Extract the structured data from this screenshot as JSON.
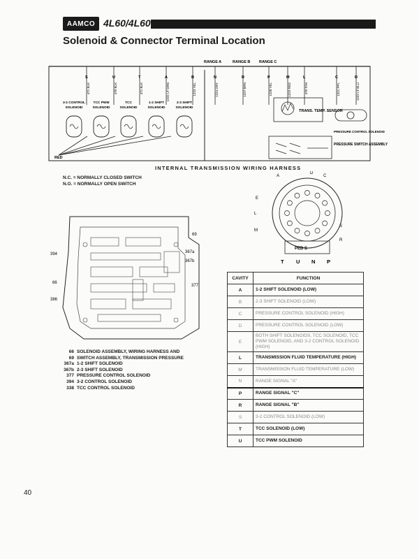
{
  "header": {
    "logo_text": "AAMCO",
    "model": "4L60/4L60-E",
    "title": "Solenoid & Connector Terminal Location"
  },
  "wiring": {
    "harness_title": "INTERNAL  TRANSMISSION  WIRING  HARNESS",
    "range_labels": [
      "RANGE A",
      "RANGE B",
      "RANGE C"
    ],
    "terminals": [
      "S",
      "U",
      "T",
      "A",
      "B",
      "N",
      "R",
      "P",
      "M",
      "L",
      "C",
      "D"
    ],
    "wires": [
      "471 BLK",
      "470 BLK",
      "471 BLK",
      "1222 LT GRN",
      "1223 YEL",
      "1224 GRY",
      "1227 BRN",
      "1228 YEL",
      "1223 RED",
      "470 TAN",
      "1221 PPL",
      "1222 LT BLU"
    ],
    "solenoids": [
      {
        "name": "3-2 CONTROL SOLENOID"
      },
      {
        "name": "TCC PWM SOLENOID"
      },
      {
        "name": "TCC SOLENOID"
      },
      {
        "name": "1-2 SHIFT SOLENOID"
      },
      {
        "name": "2-3 SHIFT SOLENOID"
      }
    ],
    "sensor_label": "TRANS. TEMP. SENSOR",
    "pressure_control_label": "PRESSURE CONTROL SOLENOID",
    "pressure_switch_label": "PRESSURE SWITCH ASSEMBLY",
    "left_wire_label": "RED"
  },
  "legend": {
    "nc": "N.C. = NORMALLY CLOSED SWITCH",
    "no": "N.O. = NORMALLY OPEN SWITCH"
  },
  "connector": {
    "pin_labels": [
      "A",
      "D",
      "C",
      "E",
      "L",
      "M",
      "S",
      "R"
    ],
    "bottom_label": "PED S",
    "bottom_pins": [
      "T",
      "U",
      "N",
      "P"
    ]
  },
  "valve_body": {
    "callouts": [
      "69",
      "394",
      "367a",
      "367b",
      "66",
      "377",
      "386"
    ]
  },
  "parts": [
    {
      "num": "66",
      "desc": "SOLENOID ASSEMBLY, WIRING HARNESS AND"
    },
    {
      "num": "69",
      "desc": "SWITCH ASSEMBLY, TRANSMISSION PRESSURE"
    },
    {
      "num": "367a",
      "desc": "1-2 SHIFT SOLENOID"
    },
    {
      "num": "367b",
      "desc": "2-3 SHIFT SOLENOID"
    },
    {
      "num": "377",
      "desc": "PRESSURE  CONTROL  SOLENOID"
    },
    {
      "num": "394",
      "desc": "3-2 CONTROL SOLENOID"
    },
    {
      "num": "338",
      "desc": "TCC CONTROL SOLENOID"
    }
  ],
  "table": {
    "headers": {
      "cavity": "CAVITY",
      "function": "FUNCTION"
    },
    "rows": [
      {
        "cavity": "A",
        "function": "1-2 SHIFT SOLENOID (LOW)"
      },
      {
        "cavity": "B",
        "function": "2-3 SHIFT SOLENOID (LOW)"
      },
      {
        "cavity": "C",
        "function": "PRESSURE CONTROL SOLENOID (HIGH)"
      },
      {
        "cavity": "D",
        "function": "PRESSURE CONTROL SOLENOID (LOW)"
      },
      {
        "cavity": "E",
        "function": "BOTH SHIFT SOLENOIDS, TCC SOLENOID, TCC PWM SOLENOID, AND 3-2 CONTROL SOLENOID (HIGH)"
      },
      {
        "cavity": "L",
        "function": "TRANSMISSION FLUID TEMPERATURE (HIGH)"
      },
      {
        "cavity": "M",
        "function": "TRANSMISSION FLUID TEMPERATURE (LOW)"
      },
      {
        "cavity": "N",
        "function": "RANGE SIGNAL \"A\""
      },
      {
        "cavity": "P",
        "function": "RANGE  SIGNAL  \"C\""
      },
      {
        "cavity": "R",
        "function": "RANGE SIGNAL \"B\""
      },
      {
        "cavity": "S",
        "function": "3-2 CONTROL SOLENOID (LOW)"
      },
      {
        "cavity": "T",
        "function": "TCC SOLENOID (LOW)"
      },
      {
        "cavity": "U",
        "function": "TCC PWM SOLENOID"
      }
    ]
  },
  "page_number": "40"
}
